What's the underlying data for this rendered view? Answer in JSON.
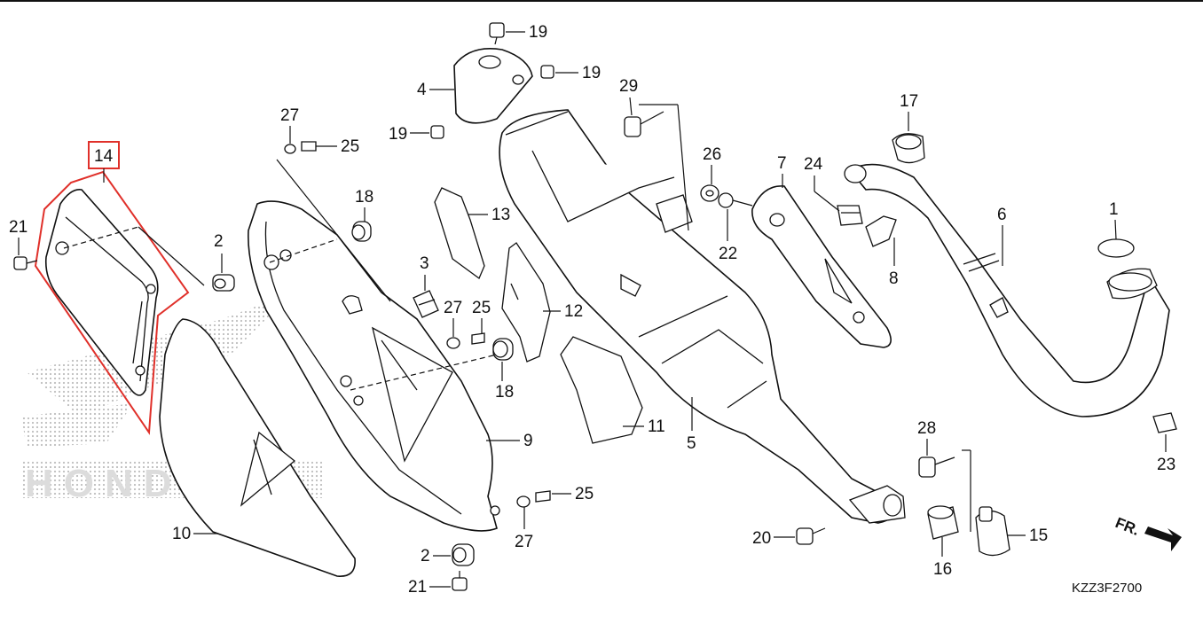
{
  "part_numbers": {
    "n1": "1",
    "n2a": "2",
    "n2b": "2",
    "n3": "3",
    "n4": "4",
    "n5": "5",
    "n6": "6",
    "n7": "7",
    "n8": "8",
    "n9": "9",
    "n10": "10",
    "n11": "11",
    "n12": "12",
    "n13": "13",
    "n14": "14",
    "n15": "15",
    "n16": "16",
    "n17": "17",
    "n18a": "18",
    "n18b": "18",
    "n19a": "19",
    "n19b": "19",
    "n19c": "19",
    "n20": "20",
    "n21a": "21",
    "n21b": "21",
    "n22": "22",
    "n23": "23",
    "n24": "24",
    "n25a": "25",
    "n25b": "25",
    "n25c": "25",
    "n26": "26",
    "n27a": "27",
    "n27b": "27",
    "n27c": "27",
    "n28": "28",
    "n29": "29"
  },
  "diagram_code": "KZZ3F2700",
  "direction_label": "FR.",
  "highlight_color": "#e0302a",
  "watermark": "HONDA"
}
